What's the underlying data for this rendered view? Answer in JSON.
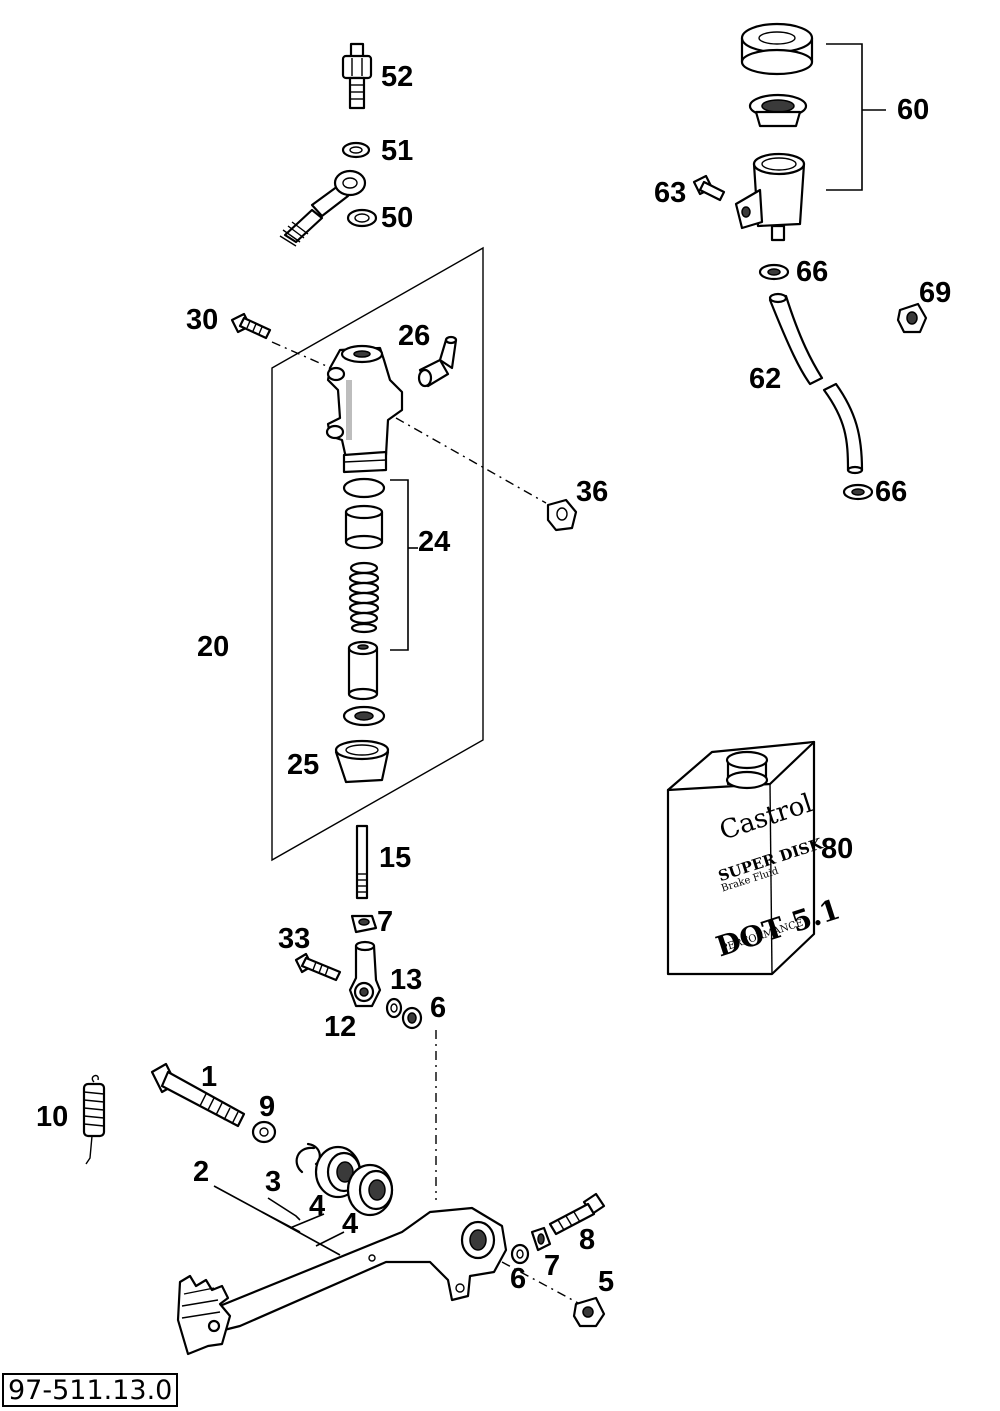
{
  "document_code": "97-511.13.0",
  "callouts": [
    {
      "id": "c52",
      "text": "52"
    },
    {
      "id": "c51",
      "text": "51"
    },
    {
      "id": "c50",
      "text": "50"
    },
    {
      "id": "c60",
      "text": "60"
    },
    {
      "id": "c63",
      "text": "63"
    },
    {
      "id": "c66a",
      "text": "66"
    },
    {
      "id": "c69",
      "text": "69"
    },
    {
      "id": "c62",
      "text": "62"
    },
    {
      "id": "c66b",
      "text": "66"
    },
    {
      "id": "c30",
      "text": "30"
    },
    {
      "id": "c26",
      "text": "26"
    },
    {
      "id": "c36",
      "text": "36"
    },
    {
      "id": "c24",
      "text": "24"
    },
    {
      "id": "c20",
      "text": "20"
    },
    {
      "id": "c25",
      "text": "25"
    },
    {
      "id": "c15",
      "text": "15"
    },
    {
      "id": "c80",
      "text": "80"
    },
    {
      "id": "c7a",
      "text": "7"
    },
    {
      "id": "c33",
      "text": "33"
    },
    {
      "id": "c13",
      "text": "13"
    },
    {
      "id": "c6a",
      "text": "6"
    },
    {
      "id": "c12",
      "text": "12"
    },
    {
      "id": "c1",
      "text": "1"
    },
    {
      "id": "c9",
      "text": "9"
    },
    {
      "id": "c10",
      "text": "10"
    },
    {
      "id": "c2",
      "text": "2"
    },
    {
      "id": "c3",
      "text": "3"
    },
    {
      "id": "c4a",
      "text": "4"
    },
    {
      "id": "c4b",
      "text": "4"
    },
    {
      "id": "c8",
      "text": "8"
    },
    {
      "id": "c7b",
      "text": "7"
    },
    {
      "id": "c6b",
      "text": "6"
    },
    {
      "id": "c5",
      "text": "5"
    }
  ],
  "fluid_can": {
    "brand": "Castrol",
    "line1": "SUPER DISK",
    "line2": "Brake Fluid",
    "grade": "DOT 5.1",
    "tagline": "PERFORMANCE"
  }
}
